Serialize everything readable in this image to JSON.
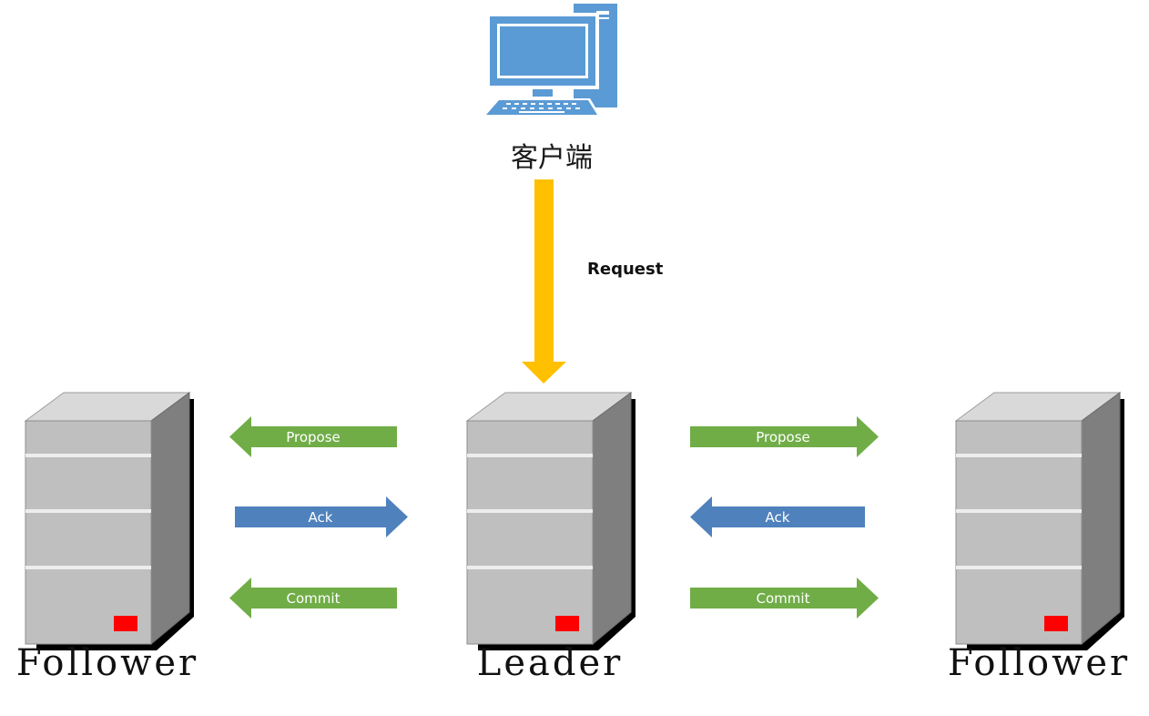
{
  "client": {
    "label": "客户端",
    "icon": "desktop-computer-icon"
  },
  "request": {
    "label": "Request",
    "color": "#FFC000"
  },
  "servers": {
    "left": {
      "label": "Follower",
      "icon": "server-icon"
    },
    "center": {
      "label": "Leader",
      "icon": "server-icon"
    },
    "right": {
      "label": "Follower",
      "icon": "server-icon"
    }
  },
  "messages": {
    "left": {
      "propose": {
        "label": "Propose",
        "direction": "to-follower",
        "color": "#70AD47"
      },
      "ack": {
        "label": "Ack",
        "direction": "to-leader",
        "color": "#4F81BD"
      },
      "commit": {
        "label": "Commit",
        "direction": "to-follower",
        "color": "#70AD47"
      }
    },
    "right": {
      "propose": {
        "label": "Propose",
        "direction": "to-follower",
        "color": "#70AD47"
      },
      "ack": {
        "label": "Ack",
        "direction": "to-leader",
        "color": "#4F81BD"
      },
      "commit": {
        "label": "Commit",
        "direction": "to-follower",
        "color": "#70AD47"
      }
    }
  },
  "colors": {
    "client_blue": "#5B9BD5",
    "server_front": "#BFBFBF",
    "server_side": "#7F7F7F",
    "server_top": "#D9D9D9",
    "server_led": "#FF0000"
  }
}
